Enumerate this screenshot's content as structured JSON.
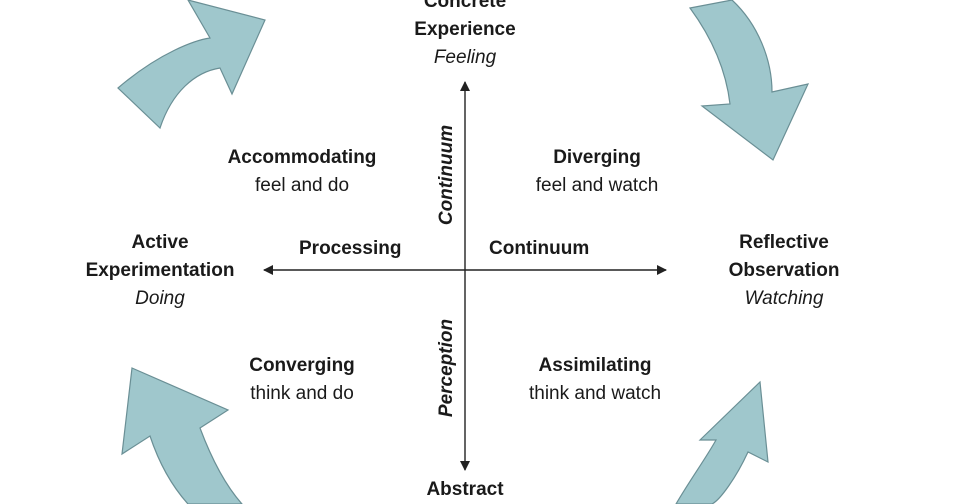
{
  "top": {
    "line1": "Concrete",
    "line2": "Experience",
    "sub": "Feeling"
  },
  "bottom": {
    "line1": "Abstract"
  },
  "left": {
    "line1": "Active",
    "line2": "Experimentation",
    "sub": "Doing"
  },
  "right": {
    "line1": "Reflective",
    "line2": "Observation",
    "sub": "Watching"
  },
  "quadrants": {
    "top_left": {
      "title": "Accommodating",
      "desc": "feel and do"
    },
    "top_right": {
      "title": "Diverging",
      "desc": "feel and watch"
    },
    "bottom_left": {
      "title": "Converging",
      "desc": "think and do"
    },
    "bottom_right": {
      "title": "Assimilating",
      "desc": "think and watch"
    }
  },
  "axes": {
    "horizontal_left": "Processing",
    "horizontal_right": "Continuum",
    "vertical_top": "Continuum",
    "vertical_bottom": "Perception"
  },
  "colors": {
    "arrow_fill": "#9fc7cc",
    "arrow_stroke": "#6a8f95",
    "axis": "#222222"
  }
}
